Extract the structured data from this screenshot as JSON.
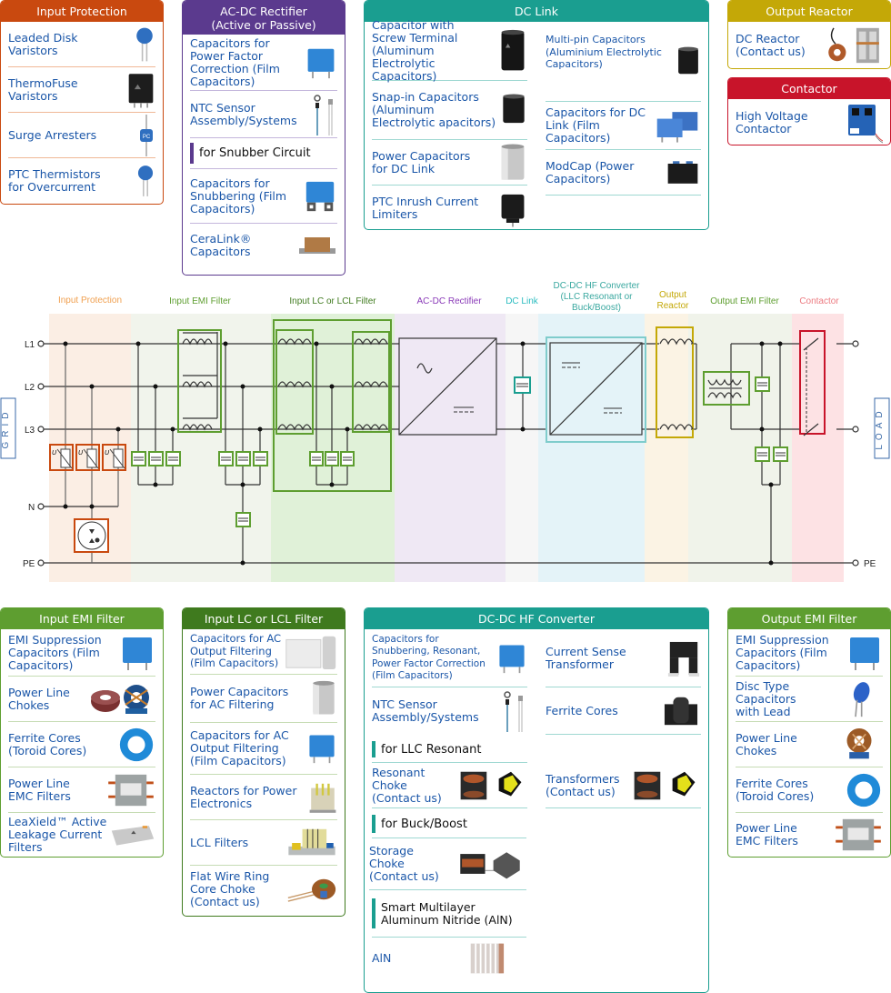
{
  "colors": {
    "input_protection": "#c9490f",
    "ac_dc_rectifier": "#5b3a8e",
    "dc_link": "#1a9e90",
    "output_reactor": "#c4a807",
    "contactor": "#c8142a",
    "input_emi": "#5e9e30",
    "input_lcl": "#3f7a1e",
    "dcdc": "#1a9e90",
    "output_emi": "#5e9e30",
    "link_text": "#1a56a8"
  },
  "top_cards": {
    "input_protection": {
      "title": "Input Protection",
      "items": [
        {
          "label": "Leaded Disk Varistors",
          "icon": "disk-varistor-icon"
        },
        {
          "label": "ThermoFuse Varistors",
          "icon": "thermofuse-varistor-icon"
        },
        {
          "label": "Surge Arresters",
          "icon": "surge-arrester-icon"
        },
        {
          "label": "PTC Thermistors for Overcurrent",
          "icon": "ptc-thermistor-icon"
        }
      ]
    },
    "ac_dc_rectifier": {
      "title": "AC-DC Rectifier",
      "subtitle": "(Active or Passive)",
      "items": [
        {
          "label": "Capacitors for Power Factor Correction (Film Capacitors)",
          "icon": "film-capacitor-icon"
        },
        {
          "label": "NTC Sensor Assembly/Systems",
          "icon": "ntc-sensor-icon"
        }
      ],
      "section": "for Snubber Circuit",
      "section_items": [
        {
          "label": "Capacitors for Snubbering (Film Capacitors)",
          "icon": "snubber-capacitor-icon"
        },
        {
          "label": "CeraLink® Capacitors",
          "icon": "ceralink-capacitor-icon"
        }
      ]
    },
    "dc_link": {
      "title": "DC Link",
      "left": [
        {
          "label": "Capacitor with Screw Terminal (Aluminum Electrolytic Capacitors)",
          "icon": "screw-terminal-capacitor-icon"
        },
        {
          "label": "Snap-in Capacitors (Aluminum Electrolytic apacitors)",
          "icon": "snap-in-capacitor-icon"
        },
        {
          "label": "Power Capacitors for DC Link",
          "icon": "power-capacitor-icon"
        },
        {
          "label": "PTC Inrush Current Limiters",
          "icon": "ptc-inrush-limiter-icon"
        }
      ],
      "right": [
        {
          "label": "Multi-pin Capacitors (Aluminium Electrolytic Capacitors)",
          "icon": "multi-pin-capacitor-icon"
        },
        {
          "label": "Capacitors for DC Link (Film Capacitors)",
          "icon": "dc-link-film-capacitor-icon"
        },
        {
          "label": "ModCap (Power Capacitors)",
          "icon": "modcap-icon"
        }
      ]
    },
    "output_reactor": {
      "title": "Output Reactor",
      "items": [
        {
          "label": "DC Reactor (Contact us)",
          "icon": "dc-reactor-icon"
        }
      ]
    },
    "contactor": {
      "title": "Contactor",
      "items": [
        {
          "label": "High Voltage Contactor",
          "icon": "hv-contactor-icon"
        }
      ]
    }
  },
  "diagram": {
    "stage_labels": {
      "input_protection": "Input Protection",
      "input_emi": "Input EMI Filter",
      "input_lcl": "Input LC or LCL Filter",
      "ac_dc": "AC-DC Rectifier",
      "dc_link": "DC Link",
      "dcdc_1": "DC-DC HF Converter",
      "dcdc_2": "(LLC Resonant or",
      "dcdc_3": "Buck/Boost)",
      "out_reactor_1": "Output",
      "out_reactor_2": "Reactor",
      "output_emi": "Output EMI Filter",
      "contactor": "Contactor"
    },
    "terminals": {
      "l1": "L1",
      "l2": "L2",
      "l3": "L3",
      "n": "N",
      "pe": "PE",
      "pe_out": "PE"
    },
    "grid_label": "GRID",
    "load_label": "LOAD",
    "varistor_label": "U"
  },
  "bottom_cards": {
    "input_emi": {
      "title": "Input EMI Filter",
      "items": [
        {
          "label": "EMI Suppression Capacitors (Film Capacitors)",
          "icon": "emi-capacitor-icon"
        },
        {
          "label": "Power Line Chokes",
          "icon": "power-line-choke-icon"
        },
        {
          "label": "Ferrite Cores (Toroid Cores)",
          "icon": "toroid-core-icon"
        },
        {
          "label": "Power Line EMC Filters",
          "icon": "emc-filter-icon"
        },
        {
          "label": "LeaXield™ Active Leakage Current Filters",
          "icon": "leaxield-filter-icon"
        }
      ]
    },
    "input_lcl": {
      "title": "Input LC or LCL Filter",
      "items": [
        {
          "label": "Capacitors for AC Output Filtering (Film Capacitors)",
          "icon": "ac-filter-capacitor-icon"
        },
        {
          "label": "Power Capacitors for AC Filtering",
          "icon": "power-capacitor-icon"
        },
        {
          "label": "Capacitors for AC Output Filtering (Film Capacitors)",
          "icon": "film-capacitor-icon"
        },
        {
          "label": "Reactors for Power Electronics",
          "icon": "reactor-icon"
        },
        {
          "label": "LCL Filters",
          "icon": "lcl-filter-icon"
        },
        {
          "label": "Flat Wire Ring Core Choke (Contact us)",
          "icon": "ring-core-choke-icon"
        }
      ]
    },
    "dcdc": {
      "title": "DC-DC HF Converter",
      "left": [
        {
          "label": "Capacitors for Snubbering, Resonant, Power Factor Correction (Film Capacitors)",
          "icon": "film-capacitor-icon"
        },
        {
          "label": "NTC Sensor Assembly/Systems",
          "icon": "ntc-sensor-icon"
        }
      ],
      "right": [
        {
          "label": "Current Sense Transformer",
          "icon": "current-sense-transformer-icon"
        },
        {
          "label": "Ferrite Cores",
          "icon": "ferrite-core-icon"
        }
      ],
      "llc_section": "for LLC Resonant",
      "llc_left": {
        "label": "Resonant Choke (Contact us)",
        "icon": "resonant-choke-icon"
      },
      "llc_right": {
        "label": "Transformers (Contact us)",
        "icon": "transformer-icon"
      },
      "buck_section": "for Buck/Boost",
      "buck_item": {
        "label": "Storage Choke (Contact us)",
        "icon": "storage-choke-icon"
      },
      "aln_section": "Smart Multilayer Aluminum Nitride (AlN)",
      "aln_item": {
        "label": "AlN",
        "icon": "aln-module-icon"
      }
    },
    "output_emi": {
      "title": "Output EMI Filter",
      "items": [
        {
          "label": "EMI Suppression Capacitors (Film Capacitors)",
          "icon": "emi-capacitor-icon"
        },
        {
          "label": "Disc Type Capacitors with Lead",
          "icon": "disc-capacitor-icon"
        },
        {
          "label": "Power Line Chokes",
          "icon": "power-line-choke-icon"
        },
        {
          "label": "Ferrite Cores (Toroid Cores)",
          "icon": "toroid-core-icon"
        },
        {
          "label": "Power Line EMC Filters",
          "icon": "emc-filter-icon"
        }
      ]
    }
  }
}
